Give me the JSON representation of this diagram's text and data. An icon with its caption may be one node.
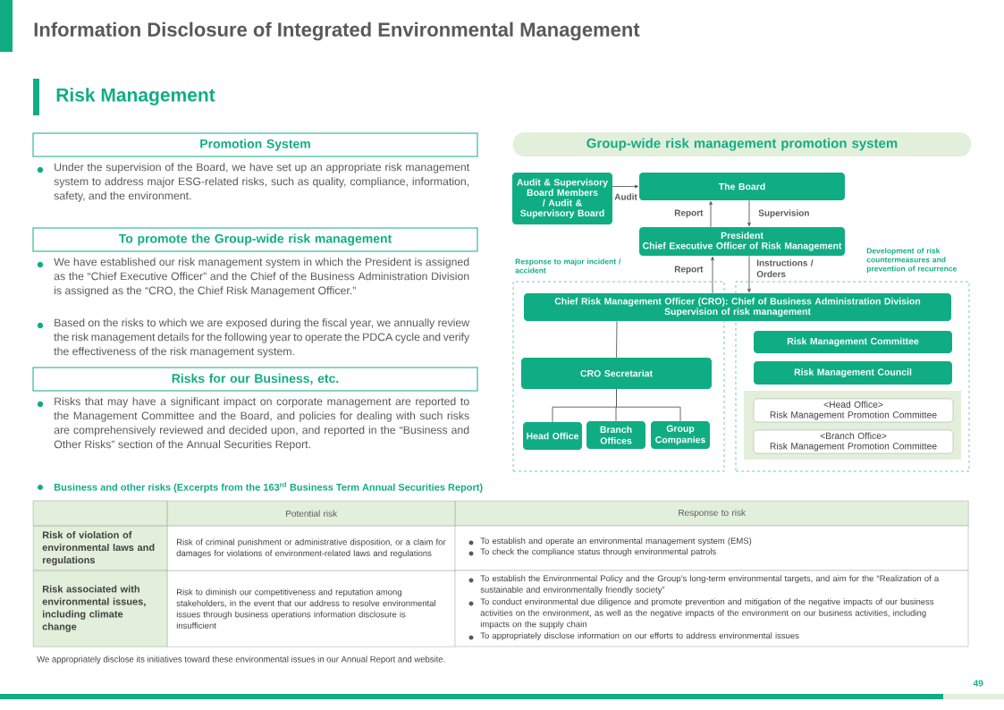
{
  "diagram": {
    "title": "Information Disclosure of Integrated Environmental Management",
    "nodes": [
      {
        "text": [
          "Promotion System"
        ]
      },
      {
        "text": [
          "To promote the Group-wide risk management"
        ]
      },
      {
        "text": [
          "Risks for our Business, etc."
        ]
      },
      {
        "text": [
          "Group-wide risk management promotion system"
        ]
      },
      {
        "text": [
          "Audit & Supervisory Board Members / Audit & Supervisory Board"
        ]
      },
      {
        "text": [
          "The Board"
        ]
      },
      {
        "text": [
          "President",
          "Chief Executive Officer of Risk Management"
        ]
      },
      {
        "text": [
          "Response to major incident / accident"
        ]
      },
      {
        "text": [
          "Development of risk countermeasures and prevention of recurrence"
        ]
      },
      {
        "text": [
          "Chief Risk Management Officer (CRO): Chief of Business Administration Division",
          "Supervision of risk management"
        ]
      },
      {
        "text": [
          "CRO Secretariat"
        ],
        "in": 7
      },
      {
        "text": [
          "Head Office"
        ],
        "in": 7
      },
      {
        "text": [
          "Branch Offices"
        ],
        "in": 7
      },
      {
        "text": [
          "Group Companies"
        ],
        "in": 7
      },
      {
        "text": [
          "Risk Management Committee"
        ],
        "in": 8
      },
      {
        "text": [
          "Risk Management Council"
        ],
        "in": 8
      },
      {
        "text": [],
        "shape": "box",
        "in": 8
      },
      {
        "text": [
          "<Head Office>",
          "Risk Management Promotion Committee"
        ],
        "in": 16
      },
      {
        "text": [
          "<Branch Office>",
          "Risk Management Promotion Committee"
        ],
        "in": 16
      }
    ],
    "edges": [
      {
        "from": 4,
        "to": 5,
        "arrow": "to",
        "label": "Audit"
      },
      {
        "from": 6,
        "to": 5,
        "arrow": "to",
        "label": "Report"
      },
      {
        "from": 5,
        "to": 6,
        "arrow": "to",
        "label": "Supervision"
      },
      {
        "from": 9,
        "to": 6,
        "arrow": "to",
        "label": "Report"
      },
      {
        "from": 6,
        "to": 9,
        "arrow": "to",
        "label": "Instructions / Orders"
      },
      {
        "from": 9,
        "to": 10,
        "arrow": "none"
      },
      {
        "from": 10,
        "to": 11,
        "arrow": "none"
      },
      {
        "from": 10,
        "to": 12,
        "arrow": "none"
      },
      {
        "from": 10,
        "to": 13,
        "arrow": "none"
      }
    ],
    "labels": [
      "Risk Management",
      "Under the supervision of the Board, we have set up an appropriate risk management system to address major ESG-related risks, such as quality, compliance, information, safety, and the environment.",
      "We have established our risk management system in which the President is assigned as the “Chief Executive Officer” and the Chief of the Business Administration Division is assigned as the “CRO, the Chief Risk Management Officer.”",
      "Based on the risks to which we are exposed during the fiscal year, we annually review the risk management details for the following year to operate the PDCA cycle and verify the effectiveness of the risk management system.",
      "Risks that may have a significant impact on corporate management are reported to the Management Committee and the Board, and policies for dealing with such risks are comprehensively reviewed and decided upon, and reported in the “Business and Other Risks” section of the Annual Securities Report.",
      "Business and other risks (Excerpts from the 163$^{rd}$ Business Term Annual Securities Report)",
      "Potential risk",
      "Response to risk",
      "Risk of violation of environmental laws and regulations",
      "Risk of criminal punishment or administrative disposition, or a claim for damages for violations of environment-related laws and regulations",
      "To establish and operate an environmental management system (EMS)",
      "To check the compliance status through environmental patrols",
      "Risk associated with environmental issues, including climate change",
      "Risk to diminish our competitiveness and reputation among stakeholders, in the event that our address to resolve environmental issues through business operations information disclosure is insufficient",
      "To establish the Environmental Policy and the Group’s long-term environmental targets, and aim for the “Realization of a sustainable and environmentally friendly society”",
      "To conduct environmental due diligence and promote prevention and mitigation of the negative impacts of our business activities on the environment, as well as the negative impacts of the environment on our business activities, including impacts on the supply chain",
      "To appropriately disclose information on our efforts to address environmental issues",
      "We appropriately disclose its initiatives toward these environmental issues in our Annual Report and website.",
      "49"
    ]
  }
}
